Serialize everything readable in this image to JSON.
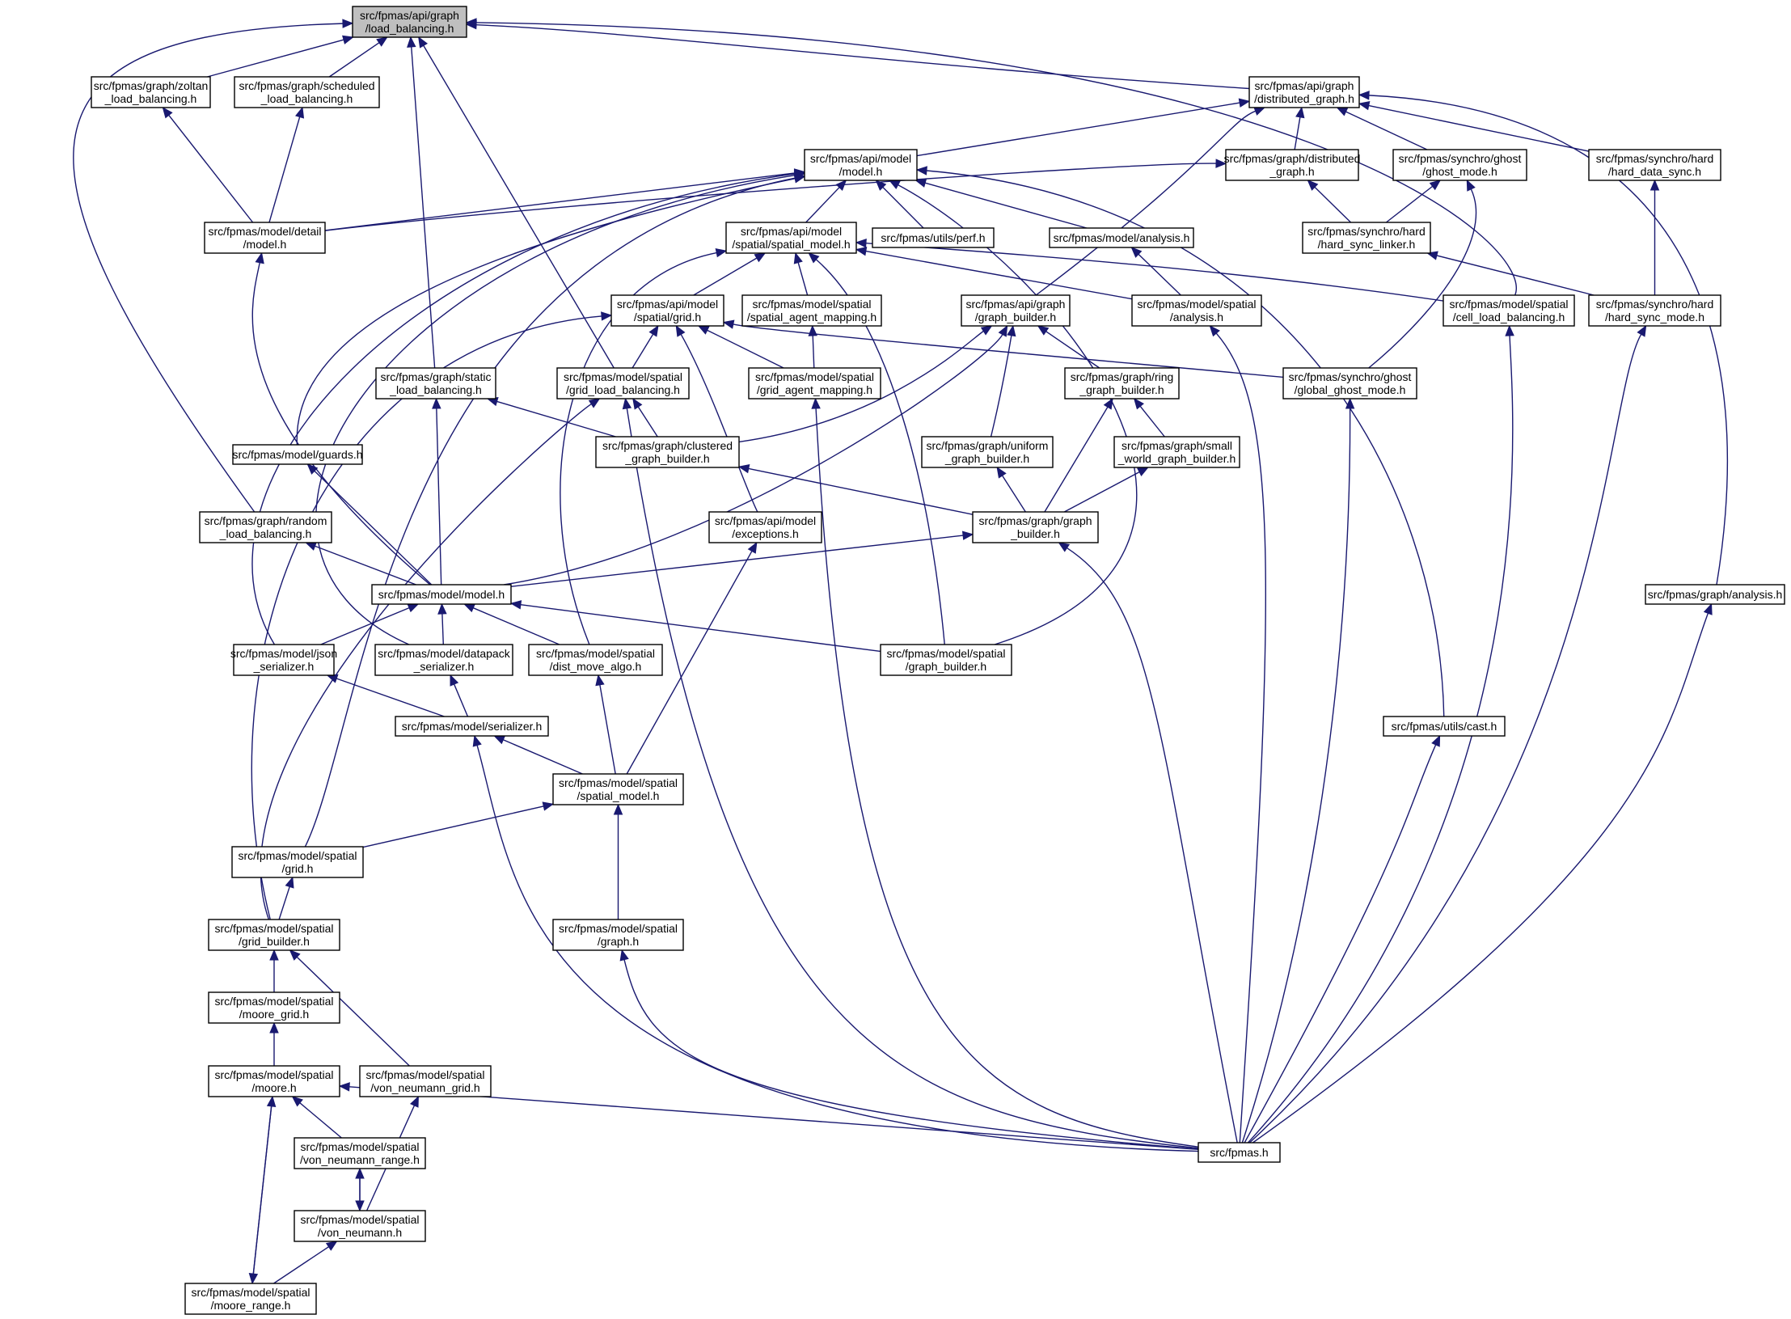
{
  "title": "",
  "colors": {
    "edge": "#191970",
    "node_border": "#000000",
    "root_fill": "#bfbfbf",
    "node_fill": "#ffffff"
  },
  "nodes": [
    {
      "id": "lb",
      "lines": [
        "src/fpmas/api/graph",
        "/load_balancing.h"
      ],
      "root": true
    },
    {
      "id": "zoltan",
      "lines": [
        "src/fpmas/graph/zoltan",
        "_load_balancing.h"
      ]
    },
    {
      "id": "sched",
      "lines": [
        "src/fpmas/graph/scheduled",
        "_load_balancing.h"
      ]
    },
    {
      "id": "distg",
      "lines": [
        "src/fpmas/api/graph",
        "/distributed_graph.h"
      ]
    },
    {
      "id": "apimodel",
      "lines": [
        "src/fpmas/api/model",
        "/model.h"
      ]
    },
    {
      "id": "gdist",
      "lines": [
        "src/fpmas/graph/distributed",
        "_graph.h"
      ]
    },
    {
      "id": "ghostmode",
      "lines": [
        "src/fpmas/synchro/ghost",
        "/ghost_mode.h"
      ]
    },
    {
      "id": "hds",
      "lines": [
        "src/fpmas/synchro/hard",
        "/hard_data_sync.h"
      ]
    },
    {
      "id": "detail",
      "lines": [
        "src/fpmas/model/detail",
        "/model.h"
      ]
    },
    {
      "id": "apispatial",
      "lines": [
        "src/fpmas/api/model",
        "/spatial/spatial_model.h"
      ]
    },
    {
      "id": "perf",
      "lines": [
        "src/fpmas/utils/perf.h"
      ]
    },
    {
      "id": "manal",
      "lines": [
        "src/fpmas/model/analysis.h"
      ]
    },
    {
      "id": "hsl",
      "lines": [
        "src/fpmas/synchro/hard",
        "/hard_sync_linker.h"
      ]
    },
    {
      "id": "apigrid",
      "lines": [
        "src/fpmas/api/model",
        "/spatial/grid.h"
      ]
    },
    {
      "id": "sam",
      "lines": [
        "src/fpmas/model/spatial",
        "/spatial_agent_mapping.h"
      ]
    },
    {
      "id": "apigb",
      "lines": [
        "src/fpmas/api/graph",
        "/graph_builder.h"
      ]
    },
    {
      "id": "sanal",
      "lines": [
        "src/fpmas/model/spatial",
        "/analysis.h"
      ]
    },
    {
      "id": "clb",
      "lines": [
        "src/fpmas/model/spatial",
        "/cell_load_balancing.h"
      ]
    },
    {
      "id": "hsm",
      "lines": [
        "src/fpmas/synchro/hard",
        "/hard_sync_mode.h"
      ]
    },
    {
      "id": "static",
      "lines": [
        "src/fpmas/graph/static",
        "_load_balancing.h"
      ]
    },
    {
      "id": "glb",
      "lines": [
        "src/fpmas/model/spatial",
        "/grid_load_balancing.h"
      ]
    },
    {
      "id": "gam",
      "lines": [
        "src/fpmas/model/spatial",
        "/grid_agent_mapping.h"
      ]
    },
    {
      "id": "ring",
      "lines": [
        "src/fpmas/graph/ring",
        "_graph_builder.h"
      ]
    },
    {
      "id": "ggm",
      "lines": [
        "src/fpmas/synchro/ghost",
        "/global_ghost_mode.h"
      ]
    },
    {
      "id": "guards",
      "lines": [
        "src/fpmas/model/guards.h"
      ]
    },
    {
      "id": "clustered",
      "lines": [
        "src/fpmas/graph/clustered",
        "_graph_builder.h"
      ]
    },
    {
      "id": "uniform",
      "lines": [
        "src/fpmas/graph/uniform",
        "_graph_builder.h"
      ]
    },
    {
      "id": "small",
      "lines": [
        "src/fpmas/graph/small",
        "_world_graph_builder.h"
      ]
    },
    {
      "id": "random",
      "lines": [
        "src/fpmas/graph/random",
        "_load_balancing.h"
      ]
    },
    {
      "id": "exc",
      "lines": [
        "src/fpmas/api/model",
        "/exceptions.h"
      ]
    },
    {
      "id": "ggb",
      "lines": [
        "src/fpmas/graph/graph",
        "_builder.h"
      ]
    },
    {
      "id": "mmodel",
      "lines": [
        "src/fpmas/model/model.h"
      ]
    },
    {
      "id": "ganal",
      "lines": [
        "src/fpmas/graph/analysis.h"
      ]
    },
    {
      "id": "json",
      "lines": [
        "src/fpmas/model/json",
        "_serializer.h"
      ]
    },
    {
      "id": "dpack",
      "lines": [
        "src/fpmas/model/datapack",
        "_serializer.h"
      ]
    },
    {
      "id": "dma",
      "lines": [
        "src/fpmas/model/spatial",
        "/dist_move_algo.h"
      ]
    },
    {
      "id": "sgb",
      "lines": [
        "src/fpmas/model/spatial",
        "/graph_builder.h"
      ]
    },
    {
      "id": "cast",
      "lines": [
        "src/fpmas/utils/cast.h"
      ]
    },
    {
      "id": "ser",
      "lines": [
        "src/fpmas/model/serializer.h"
      ]
    },
    {
      "id": "msm",
      "lines": [
        "src/fpmas/model/spatial",
        "/spatial_model.h"
      ]
    },
    {
      "id": "mgrid",
      "lines": [
        "src/fpmas/model/spatial",
        "/grid.h"
      ]
    },
    {
      "id": "gridb",
      "lines": [
        "src/fpmas/model/spatial",
        "/grid_builder.h"
      ]
    },
    {
      "id": "sgraph",
      "lines": [
        "src/fpmas/model/spatial",
        "/graph.h"
      ]
    },
    {
      "id": "mgrid2",
      "lines": [
        "src/fpmas/model/spatial",
        "/moore_grid.h"
      ]
    },
    {
      "id": "moore",
      "lines": [
        "src/fpmas/model/spatial",
        "/moore.h"
      ]
    },
    {
      "id": "vng",
      "lines": [
        "src/fpmas/model/spatial",
        "/von_neumann_grid.h"
      ]
    },
    {
      "id": "fpmas",
      "lines": [
        "src/fpmas.h"
      ]
    },
    {
      "id": "vnr",
      "lines": [
        "src/fpmas/model/spatial",
        "/von_neumann_range.h"
      ]
    },
    {
      "id": "vn",
      "lines": [
        "src/fpmas/model/spatial",
        "/von_neumann.h"
      ]
    },
    {
      "id": "mr",
      "lines": [
        "src/fpmas/model/spatial",
        "/moore_range.h"
      ]
    }
  ]
}
